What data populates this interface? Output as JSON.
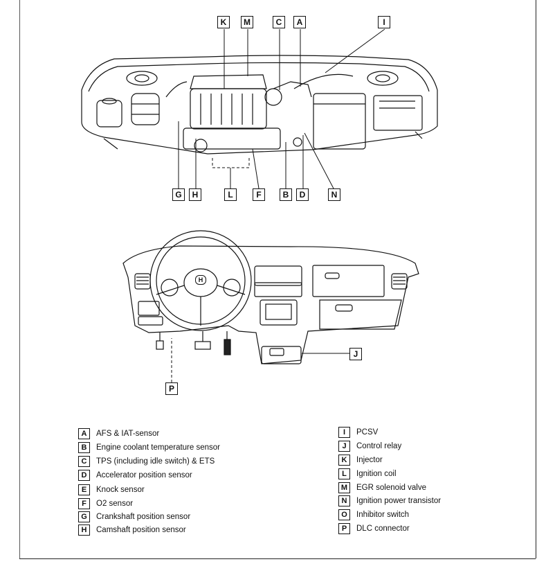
{
  "engine_callouts": {
    "top": [
      "K",
      "M",
      "C",
      "A",
      "I"
    ],
    "bottom": [
      "G",
      "H",
      "L",
      "F",
      "B",
      "D",
      "N"
    ]
  },
  "dash_callouts": [
    "J",
    "P"
  ],
  "dash_badge": "H",
  "legend_left": [
    {
      "key": "A",
      "label": "AFS & IAT-sensor"
    },
    {
      "key": "B",
      "label": "Engine coolant temperature sensor"
    },
    {
      "key": "C",
      "label": "TPS (including idle switch) & ETS"
    },
    {
      "key": "D",
      "label": "Accelerator position sensor"
    },
    {
      "key": "E",
      "label": "Knock sensor"
    },
    {
      "key": "F",
      "label": "O2 sensor"
    },
    {
      "key": "G",
      "label": "Crankshaft position sensor"
    },
    {
      "key": "H",
      "label": "Camshaft position sensor"
    }
  ],
  "legend_right": [
    {
      "key": "I",
      "label": "PCSV"
    },
    {
      "key": "J",
      "label": "Control relay"
    },
    {
      "key": "K",
      "label": "Injector"
    },
    {
      "key": "L",
      "label": "Ignition coil"
    },
    {
      "key": "M",
      "label": "EGR solenoid valve"
    },
    {
      "key": "N",
      "label": "Ignition power transistor"
    },
    {
      "key": "O",
      "label": "Inhibitor switch"
    },
    {
      "key": "P",
      "label": "DLC connector"
    }
  ]
}
